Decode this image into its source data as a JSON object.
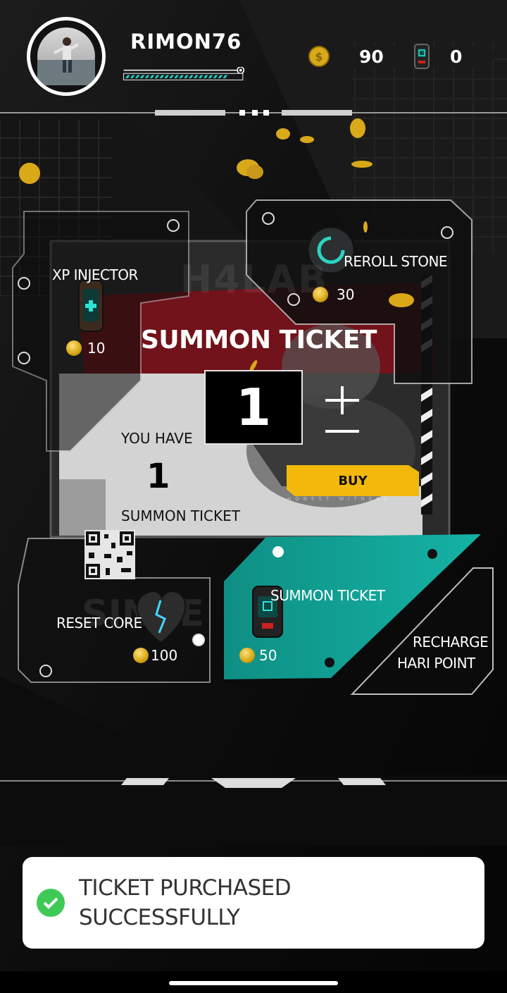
{
  "player": {
    "username": "RIMON76",
    "xp_progress": 0.88
  },
  "currencies": {
    "coins": "90",
    "tickets": "0"
  },
  "shop": {
    "watermark": "H4LAB",
    "xp_injector": {
      "label": "XP INJECTOR",
      "price": "10"
    },
    "reroll_stone": {
      "label": "REROLL STONE",
      "price": "30"
    },
    "summon_purchase": {
      "title": "SUMMON TICKET",
      "quantity": "1",
      "buy_label": "BUY",
      "buy_caption": "HONEST WITNESS"
    },
    "owned": {
      "prefix": "YOU HAVE",
      "count": "1",
      "item": "SUMMON TICKET"
    },
    "reset_core": {
      "label": "RESET CORE",
      "price": "100"
    },
    "summon_ticket_card": {
      "label": "SUMMON TICKET",
      "price": "50"
    },
    "recharge": {
      "line1": "RECHARGE",
      "line2": "HARI POINT"
    }
  },
  "toast": {
    "line1": "TICKET PURCHASED",
    "line2": "SUCCESSFULLY"
  },
  "colors": {
    "accent_teal": "#12a396",
    "buy_yellow": "#f2b80c",
    "coin_gold": "#d4a514",
    "success_green": "#3fc957",
    "red_banner": "#7a0f18"
  }
}
